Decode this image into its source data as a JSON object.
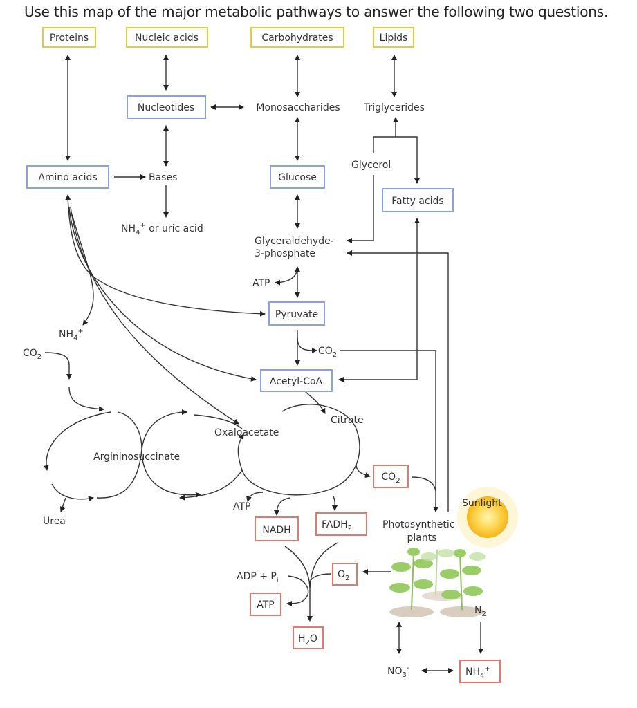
{
  "title": "Use this map of the major metabolic pathways to answer the following two questions.",
  "colors": {
    "macromolecule_box": "#e0cc3c",
    "intermediate_box": "#8aa3dc",
    "product_box": "#e07a6c"
  },
  "nodes": {
    "proteins": "Proteins",
    "nucleic_acids": "Nucleic acids",
    "carbohydrates": "Carbohydrates",
    "lipids": "Lipids",
    "nucleotides": "Nucleotides",
    "monosaccharides": "Monosaccharides",
    "triglycerides": "Triglycerides",
    "amino_acids": "Amino acids",
    "bases": "Bases",
    "glucose": "Glucose",
    "glycerol": "Glycerol",
    "fatty_acids": "Fatty acids",
    "nh4_uric": {
      "base": "NH",
      "sub": "4",
      "sup": "+",
      "rest": " or uric acid"
    },
    "g3p_line1": "Glyceraldehyde-",
    "g3p_line2": "3-phosphate",
    "atp_glycolysis": "ATP",
    "pyruvate": "Pyruvate",
    "co2_pyruvate": {
      "base": "CO",
      "sub": "2"
    },
    "acetyl_coa": "Acetyl-CoA",
    "nh4_urea": {
      "base": "NH",
      "sub": "4",
      "sup": "+"
    },
    "co2_urea": {
      "base": "CO",
      "sub": "2"
    },
    "argininosuccinate": "Argininosuccinate",
    "urea": "Urea",
    "oxaloacetate": "Oxaloacetate",
    "citrate": "Citrate",
    "co2_krebs": {
      "base": "CO",
      "sub": "2"
    },
    "atp_krebs": "ATP",
    "nadh": "NADH",
    "fadh2": {
      "base": "FADH",
      "sub": "2"
    },
    "adp_pi": {
      "base": "ADP + P",
      "sub": "i"
    },
    "o2": {
      "base": "O",
      "sub": "2"
    },
    "atp_etc": "ATP",
    "h2o": {
      "base": "H",
      "sub": "2",
      "rest": "O"
    },
    "photosynthetic_line1": "Photosynthetic",
    "photosynthetic_line2": "plants",
    "sunlight": "Sunlight",
    "n2": {
      "base": "N",
      "sub": "2"
    },
    "no3": {
      "base": "NO",
      "sub": "3",
      "sup": "-"
    },
    "nh4_plants": {
      "base": "NH",
      "sub": "4",
      "sup": "+"
    }
  }
}
